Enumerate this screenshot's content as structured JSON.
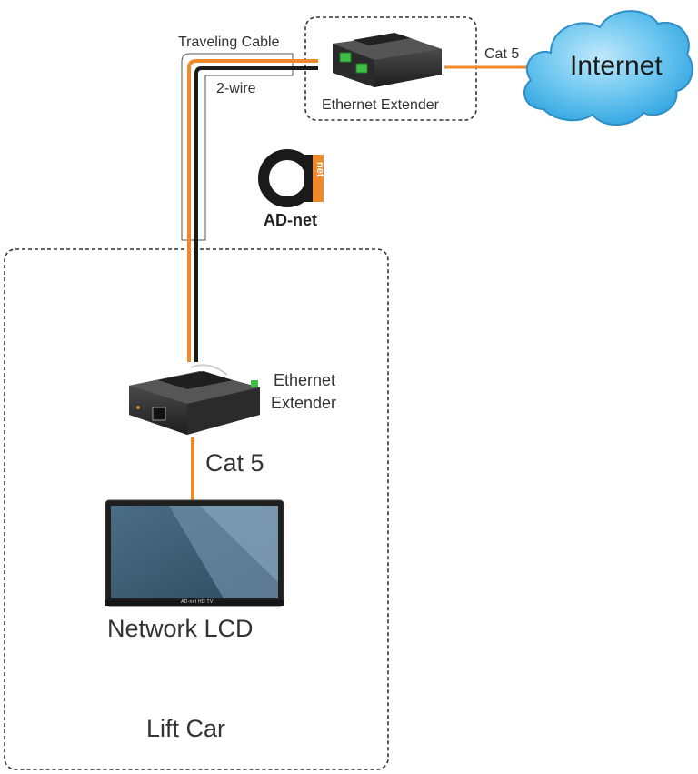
{
  "diagram": {
    "traveling_cable_label": "Traveling Cable",
    "two_wire_label": "2-wire",
    "extender_top_label": "Ethernet Extender",
    "cat5_top_label": "Cat 5",
    "internet_label": "Internet",
    "logo": {
      "mark_letters": "net",
      "name": "AD-net"
    },
    "extender_car_label_line1": "Ethernet",
    "extender_car_label_line2": "Extender",
    "cat5_car_label": "Cat 5",
    "display_brand": "AD-net HD TV",
    "display_label": "Network LCD",
    "car_label": "Lift Car"
  },
  "colors": {
    "cable_orange": "#ef8a2c",
    "cable_black": "#1a1a1a",
    "cloud_fill": "#3aaee8",
    "cloud_stroke": "#2e8fc8",
    "box_dash": "#333333",
    "device_body": "#2d2d2d"
  },
  "icons": [
    "internet-cloud-icon",
    "ethernet-extender-icon",
    "network-lcd-icon",
    "adnet-logo-icon"
  ]
}
